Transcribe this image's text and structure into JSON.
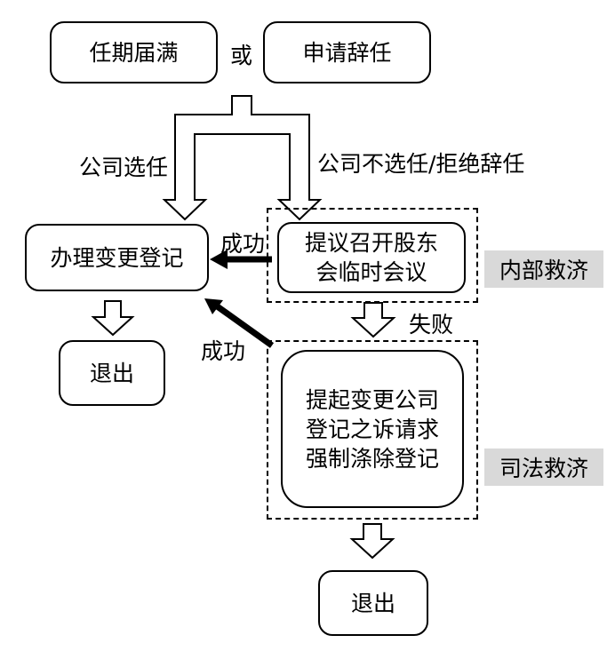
{
  "nodes": {
    "term_expiry": "任期届满",
    "or": "或",
    "resign": "申请辞任",
    "register_change": "办理变更登记",
    "propose_meeting": [
      "提议召开股东",
      "会临时会议"
    ],
    "exit_1": "退出",
    "lawsuit": [
      "提起变更公司",
      "登记之诉请求",
      "强制涤除登记"
    ],
    "exit_2": "退出"
  },
  "edges": {
    "company_reelect": "公司选任",
    "company_not_reelect": "公司不选任/拒绝辞任",
    "success_1": "成功",
    "success_2": "成功",
    "fail": "失败"
  },
  "groups": {
    "internal_remedy": "内部救济",
    "judicial_remedy": "司法救济"
  }
}
